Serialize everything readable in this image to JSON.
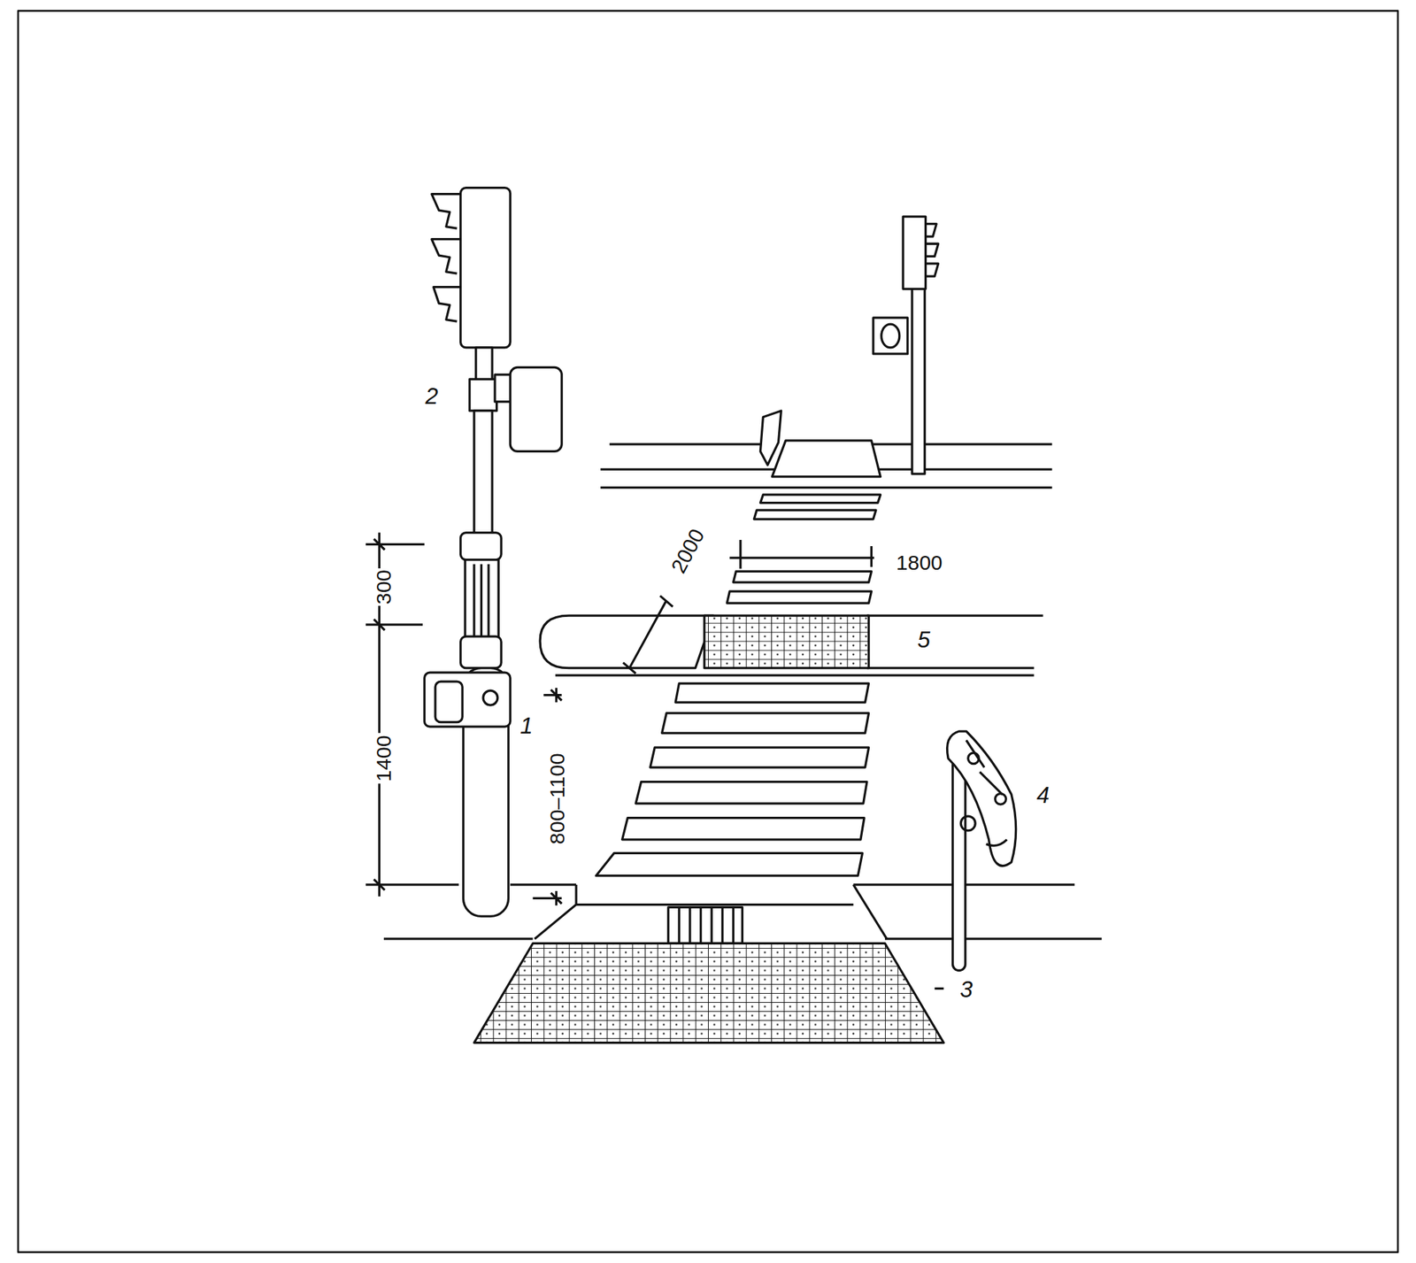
{
  "diagram": {
    "labels": [
      "2",
      "300",
      "1400",
      "800–1100",
      "1",
      "2000",
      "1800",
      "5",
      "4",
      "3"
    ]
  }
}
